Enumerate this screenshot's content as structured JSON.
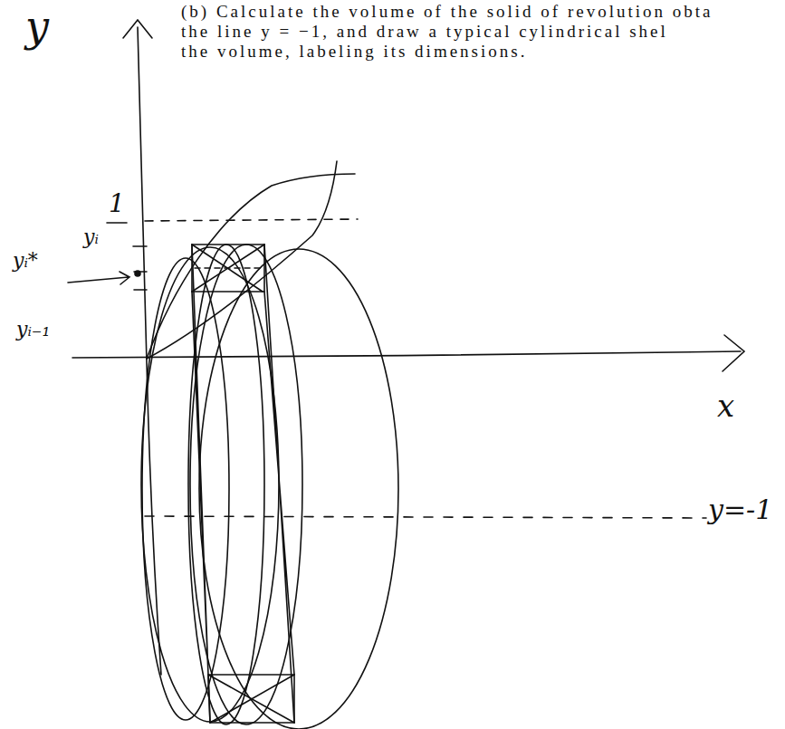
{
  "diagram": {
    "labels": [
      "(b) Calculate the volume of the solid of revolution obta",
      "the line  y = −1, and draw a typical cylindrical shel",
      "the volume, labeling its dimensions.",
      "y",
      "1",
      "yᵢ",
      "yᵢ*",
      "yᵢ₋₁",
      "x",
      "y=-1"
    ]
  }
}
